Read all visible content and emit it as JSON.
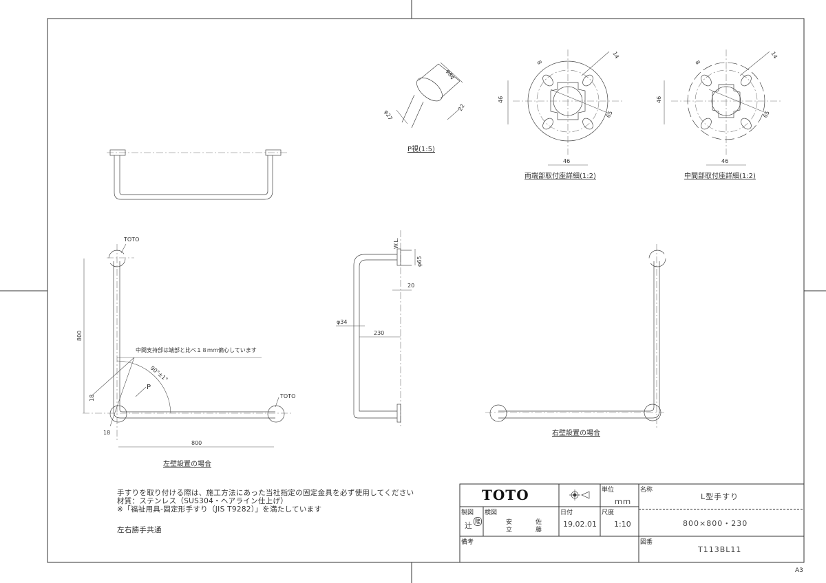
{
  "sheet": {
    "size": "A3"
  },
  "views": {
    "p_view": {
      "label": "P視(1:5)",
      "dims": [
        "φ84",
        "φ27",
        "22"
      ]
    },
    "end_mount": {
      "label": "両端部取付座詳細(1:2)",
      "dims": [
        "46",
        "46",
        "8",
        "14",
        "65"
      ]
    },
    "middle_mount": {
      "label": "中間部取付座詳細(1:2)",
      "dims": [
        "46",
        "46",
        "8",
        "14",
        "65"
      ]
    },
    "left_wall": {
      "label": "左壁設置の場合",
      "brand_marks": [
        "TOTO",
        "TOTO"
      ],
      "dims": {
        "vertical": "800",
        "horizontal": "800",
        "offset_v": "18",
        "offset_h": "18",
        "angle": "90°±1°",
        "p_marker": "P"
      },
      "annotation": "中間支持部は端部と比べ１８ｍｍ偏心しています"
    },
    "side": {
      "dims": {
        "wl": "W.L.",
        "flange_dia": "φ65",
        "flange_thk": "20",
        "pipe_dia": "φ34",
        "projection": "230"
      }
    },
    "right_wall": {
      "label": "右壁設置の場合"
    }
  },
  "notes": [
    "手すりを取り付ける際は、施工方法にあった当社指定の固定金具を必ず使用してください",
    "材質：ステンレス（SUS304・ヘアライン仕上げ）",
    "※「福祉用具-固定形手すり（JIS T9282）」を満たしています",
    "左右勝手共通"
  ],
  "title_block": {
    "logo": "TOTO",
    "unit_label": "単位",
    "unit": "ｍｍ",
    "name_label": "名称",
    "name": "L型手すり",
    "size": "800×800・230",
    "drawn_label": "製図",
    "drawn_by": "辻",
    "drawn_stamp": "隆",
    "checked_label": "検図",
    "checked_by": [
      "安",
      "佐",
      "立",
      "藤"
    ],
    "date_label": "日付",
    "date": "19.02.01",
    "scale_label": "尺度",
    "scale": "1:10",
    "remarks_label": "備考",
    "drawing_no_label": "図番",
    "drawing_no": "T113BL11"
  }
}
